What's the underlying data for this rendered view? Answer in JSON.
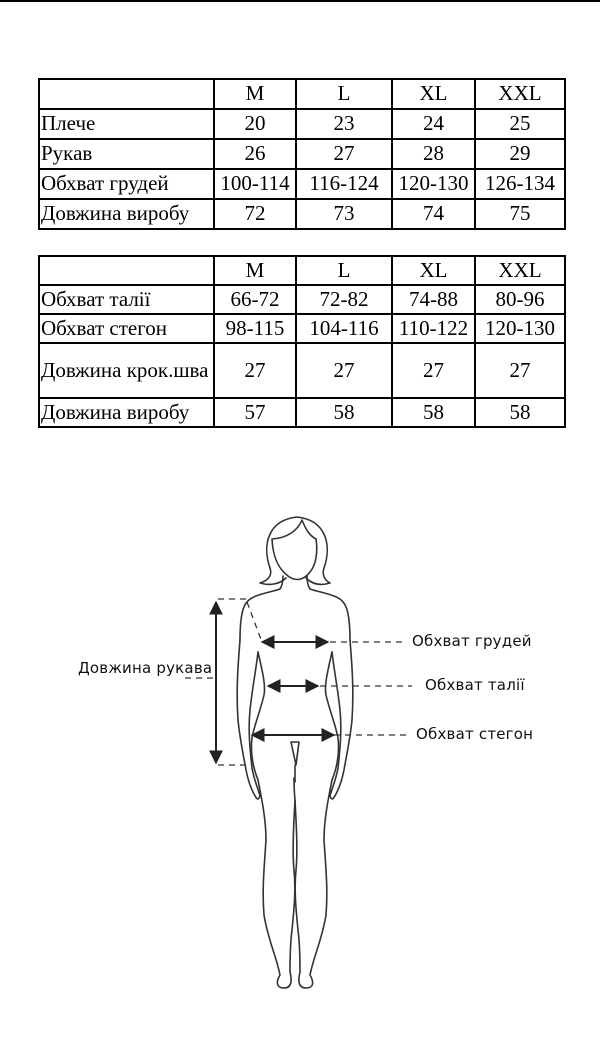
{
  "top_table": {
    "headers": [
      "",
      "M",
      "L",
      "XL",
      "XXL"
    ],
    "rows": [
      {
        "label": "Плече",
        "values": [
          "20",
          "23",
          "24",
          "25"
        ]
      },
      {
        "label": "Рукав",
        "values": [
          "26",
          "27",
          "28",
          "29"
        ]
      },
      {
        "label": "Обхват грудей",
        "values": [
          "100-114",
          "116-124",
          "120-130",
          "126-134"
        ]
      },
      {
        "label": "Довжина виробу",
        "values": [
          "72",
          "73",
          "74",
          "75"
        ]
      }
    ]
  },
  "bottom_table": {
    "headers": [
      "",
      "M",
      "L",
      "XL",
      "XXL"
    ],
    "rows": [
      {
        "label": "Обхват талії",
        "values": [
          "66-72",
          "72-82",
          "74-88",
          "80-96"
        ]
      },
      {
        "label": "Обхват стегон",
        "values": [
          "98-115",
          "104-116",
          "110-122",
          "120-130"
        ]
      },
      {
        "label": "Довжина крок.шва",
        "values": [
          "27",
          "27",
          "27",
          "27"
        ]
      },
      {
        "label": "Довжина виробу",
        "values": [
          "57",
          "58",
          "58",
          "58"
        ]
      }
    ]
  },
  "figure": {
    "labels": {
      "sleeve_length": "Довжина рукава",
      "chest": "Обхват грудей",
      "waist": "Обхват талії",
      "hips": "Обхват стегон"
    },
    "icons": [
      "female-silhouette-icon",
      "double-arrow-icon"
    ],
    "colors": {
      "line": "#333333",
      "text": "#111111"
    }
  }
}
